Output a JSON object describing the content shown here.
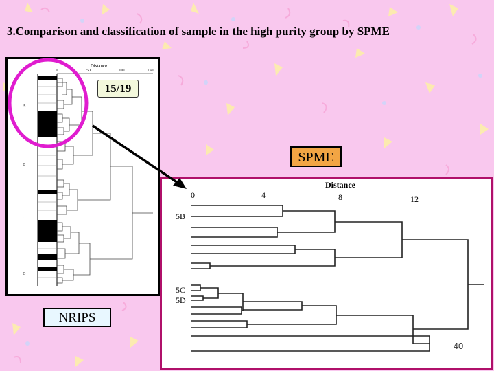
{
  "slide": {
    "title": "3.Comparison and classification of sample in the high purity group by SPME",
    "number": "40"
  },
  "labels": {
    "ratio": "15/19",
    "spme": "SPME",
    "nrips": "NRIPS"
  },
  "left_dendrogram": {
    "axis_title": "Distance",
    "ticks": [
      "0",
      "50",
      "100",
      "150"
    ],
    "groups": [
      "A",
      "B",
      "C",
      "D"
    ]
  },
  "right_dendrogram": {
    "axis_title": "Distance",
    "ticks": [
      "0",
      "4",
      "8",
      "12"
    ],
    "sample_labels": [
      "5B",
      "5C",
      "5D"
    ]
  },
  "colors": {
    "background": "#f9c8ee",
    "circle": "#e01ccf",
    "spme_fill": "#f2a544",
    "right_border": "#b0106a"
  }
}
